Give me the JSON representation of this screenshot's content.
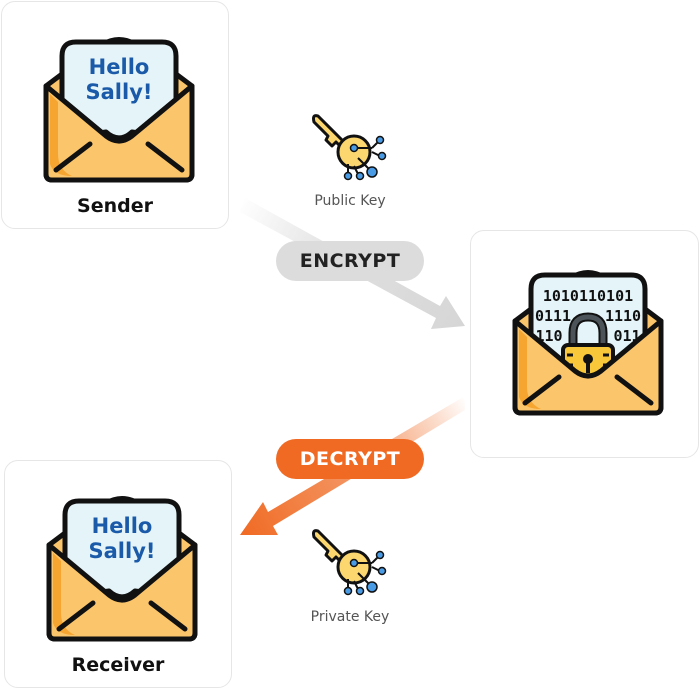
{
  "colors": {
    "envelope_fill": "#fbc56b",
    "envelope_shadow": "#f6a531",
    "letter_fill": "#e4f4f8",
    "letter_shadow": "#c3dde2",
    "outline": "#111111",
    "greeting_text": "#1a5aa8",
    "encrypt_pill": "#dcdcdc",
    "decrypt_pill": "#f06a23",
    "key_fill": "#fcd770",
    "circuit_node": "#4a9be6",
    "lock_fill": "#f8c83a",
    "shackle": "#4c5459"
  },
  "nodes": {
    "sender": {
      "label": "Sender",
      "letter_line1": "Hello",
      "letter_line2": "Sally!"
    },
    "ciphertext": {
      "binary_rows": [
        "1010110101",
        "0111",
        "1110",
        "110",
        "011"
      ]
    },
    "receiver": {
      "label": "Receiver",
      "letter_line1": "Hello",
      "letter_line2": "Sally!"
    }
  },
  "steps": {
    "encrypt": {
      "label": "ENCRYPT",
      "key_label": "Public Key"
    },
    "decrypt": {
      "label": "DECRYPT",
      "key_label": "Private Key"
    }
  }
}
